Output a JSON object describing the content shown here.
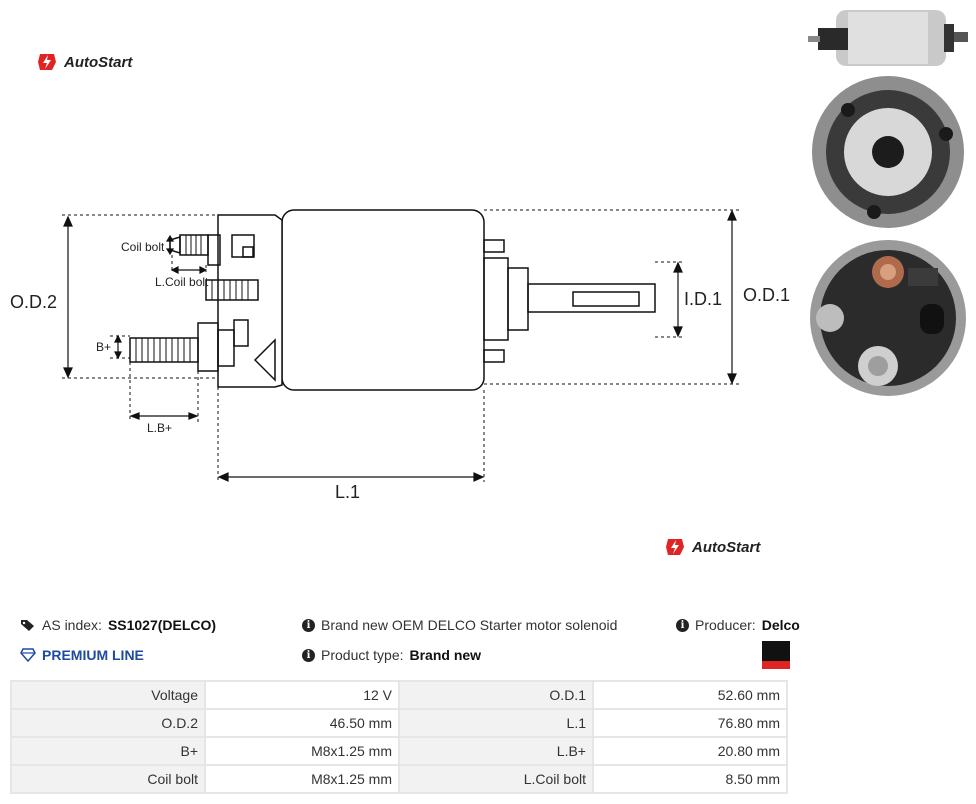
{
  "brand": {
    "name": "AutoStart"
  },
  "diagram_labels": {
    "od2": "O.D.2",
    "od1": "O.D.1",
    "id1": "I.D.1",
    "l1": "L.1",
    "coil_bolt": "Coil bolt",
    "l_coil_bolt": "L.Coil bolt",
    "b_plus": "B+",
    "l_b_plus": "L.B+"
  },
  "info": {
    "as_index_label": "AS index:",
    "as_index_value": "SS1027(DELCO)",
    "premium": "PREMIUM LINE",
    "description": "Brand new OEM DELCO Starter motor solenoid",
    "product_type_label": "Product type:",
    "product_type_value": "Brand new",
    "producer_label": "Producer:",
    "producer_value": "Delco"
  },
  "specs": {
    "rows": [
      [
        {
          "k": "Voltage",
          "v": "12 V"
        },
        {
          "k": "O.D.1",
          "v": "52.60 mm"
        }
      ],
      [
        {
          "k": "O.D.2",
          "v": "46.50 mm"
        },
        {
          "k": "L.1",
          "v": "76.80 mm"
        }
      ],
      [
        {
          "k": "B+",
          "v": "M8x1.25 mm"
        },
        {
          "k": "L.B+",
          "v": "20.80 mm"
        }
      ],
      [
        {
          "k": "Coil bolt",
          "v": "M8x1.25 mm"
        },
        {
          "k": "L.Coil bolt",
          "v": "8.50 mm"
        }
      ]
    ]
  },
  "colors": {
    "premium": "#1e4aa3",
    "brand_red": "#e02424"
  }
}
